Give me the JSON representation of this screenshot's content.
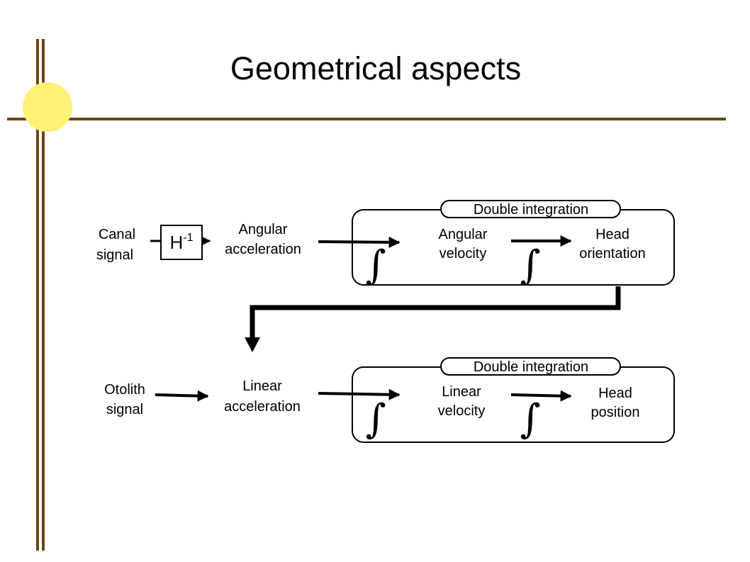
{
  "title": "Geometrical aspects",
  "colors": {
    "rule": "#6B4515",
    "accent_dot": "#FFF176",
    "ink": "#000000",
    "background": "#ffffff"
  },
  "canal": {
    "input_line1": "Canal",
    "input_line2": "signal",
    "transform_base": "H",
    "transform_sup": "-1",
    "accel_line1": "Angular",
    "accel_line2": "acceleration",
    "group_header": "Double integration",
    "velocity_line1": "Angular",
    "velocity_line2": "velocity",
    "output_line1": "Head",
    "output_line2": "orientation",
    "integral_symbol": "∫"
  },
  "otolith": {
    "input_line1": "Otolith",
    "input_line2": "signal",
    "accel_line1": "Linear",
    "accel_line2": "acceleration",
    "group_header": "Double integration",
    "velocity_line1": "Linear",
    "velocity_line2": "velocity",
    "output_line1": "Head",
    "output_line2": "position",
    "integral_symbol": "∫"
  }
}
